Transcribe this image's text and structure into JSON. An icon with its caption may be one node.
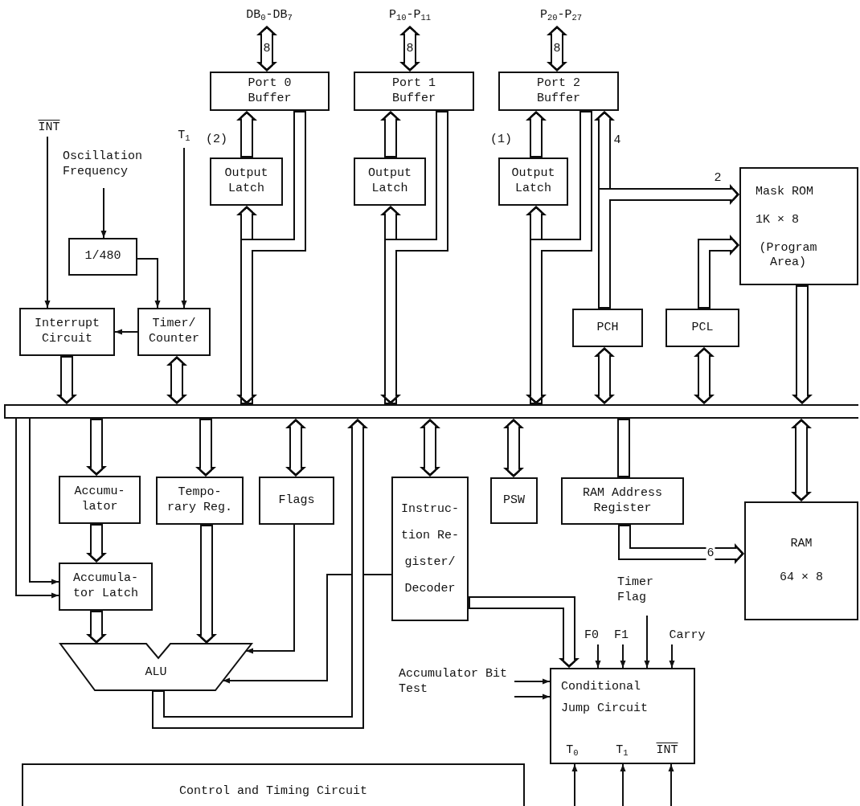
{
  "diagram": {
    "nodes": [
      {
        "text": [
          "DB$_{0}$-DB$_{7}$"
        ]
      },
      {
        "text": [
          "P$_{10}$-P$_{11}$"
        ]
      },
      {
        "text": [
          "P$_{20}$-P$_{27}$"
        ]
      },
      {
        "text": [
          "Port 0 Buffer"
        ]
      },
      {
        "text": [
          "Port 1 Buffer"
        ]
      },
      {
        "text": [
          "Port 2 Buffer"
        ]
      },
      {
        "text": [
          "INT"
        ]
      },
      {
        "text": [
          "T$_{1}$"
        ]
      },
      {
        "text": [
          "Oscillation Frequency"
        ]
      },
      {
        "text": [
          "Output Latch"
        ]
      },
      {
        "text": [
          "Output Latch"
        ]
      },
      {
        "text": [
          "Output Latch"
        ]
      },
      {
        "text": [
          "Mask ROM",
          "1K × 8",
          "(Program Area)"
        ]
      },
      {
        "text": [
          "1/480"
        ]
      },
      {
        "text": [
          "Interrupt Circuit"
        ]
      },
      {
        "text": [
          "Timer/ Counter"
        ]
      },
      {
        "text": [
          "PCH"
        ]
      },
      {
        "text": [
          "PCL"
        ]
      },
      {
        "text": [],
        "shape": "bar"
      },
      {
        "text": [
          "Accumu- lator"
        ]
      },
      {
        "text": [
          "Tempo- rary Reg."
        ]
      },
      {
        "text": [
          "Flags"
        ]
      },
      {
        "text": [
          "Instruc- tion Re- gister/ Decoder"
        ]
      },
      {
        "text": [
          "PSW"
        ]
      },
      {
        "text": [
          "RAM Address Register"
        ]
      },
      {
        "text": [
          "RAM",
          "64 × 8"
        ]
      },
      {
        "text": [
          "Accumula- tor Latch"
        ]
      },
      {
        "text": [
          "Timer Flag"
        ]
      },
      {
        "text": [
          "ALU"
        ]
      },
      {
        "text": [
          "F0"
        ]
      },
      {
        "text": [
          "F1"
        ]
      },
      {
        "text": [
          "Carry"
        ]
      },
      {
        "text": [
          "Accumulator Bit Test"
        ]
      },
      {
        "text": [
          "Conditional Jump Circuit"
        ]
      },
      {
        "text": [
          "T$_{0}$"
        ],
        "in": 33
      },
      {
        "text": [
          "T$_{1}$"
        ],
        "in": 33
      },
      {
        "text": [
          "INT"
        ],
        "in": 33
      },
      {
        "text": [
          "Control and Timing Circuit"
        ]
      }
    ],
    "edges": [
      {
        "from": 0,
        "to": 3,
        "arrow": "both",
        "label": "8"
      },
      {
        "from": 1,
        "to": 4,
        "arrow": "both",
        "label": "8"
      },
      {
        "from": 2,
        "to": 5,
        "arrow": "both",
        "label": "8"
      },
      {
        "from": 9,
        "to": 3,
        "arrow": "to"
      },
      {
        "from": 10,
        "to": 4,
        "arrow": "to"
      },
      {
        "from": 11,
        "to": 5,
        "arrow": "to"
      },
      {
        "from": 18,
        "to": 9,
        "arrow": "to"
      },
      {
        "from": 3,
        "to": 18,
        "arrow": "to"
      },
      {
        "from": 18,
        "to": 10,
        "arrow": "to"
      },
      {
        "from": 4,
        "to": 18,
        "arrow": "to"
      },
      {
        "from": 18,
        "to": 11,
        "arrow": "to"
      },
      {
        "from": 5,
        "to": 18,
        "arrow": "to"
      },
      {
        "from": 16,
        "to": 5,
        "arrow": "to",
        "label": "4"
      },
      {
        "from": 16,
        "to": 12,
        "arrow": "to",
        "label": "2"
      },
      {
        "from": 17,
        "to": 12,
        "arrow": "to"
      },
      {
        "from": 12,
        "to": 18,
        "arrow": "to"
      },
      {
        "from": 18,
        "to": 16,
        "arrow": "both"
      },
      {
        "from": 18,
        "to": 17,
        "arrow": "both"
      },
      {
        "from": 6,
        "to": 14,
        "arrow": "to"
      },
      {
        "from": 7,
        "to": 15,
        "arrow": "to"
      },
      {
        "from": 8,
        "to": 13,
        "arrow": "to"
      },
      {
        "from": 13,
        "to": 15,
        "arrow": "to"
      },
      {
        "from": 15,
        "to": 14,
        "arrow": "to"
      },
      {
        "from": 14,
        "to": 18,
        "arrow": "to"
      },
      {
        "from": 18,
        "to": 15,
        "arrow": "both"
      },
      {
        "from": 18,
        "to": 26,
        "arrow": "to"
      },
      {
        "from": 18,
        "to": 26,
        "arrow": "to"
      },
      {
        "from": 18,
        "to": 19,
        "arrow": "to"
      },
      {
        "from": 18,
        "to": 20,
        "arrow": "to"
      },
      {
        "from": 18,
        "to": 21,
        "arrow": "both"
      },
      {
        "from": 19,
        "to": 26,
        "arrow": "to"
      },
      {
        "from": 26,
        "to": 28,
        "arrow": "to"
      },
      {
        "from": 20,
        "to": 28,
        "arrow": "to"
      },
      {
        "from": 21,
        "to": 28,
        "arrow": "to"
      },
      {
        "from": 22,
        "to": 28,
        "arrow": "to"
      },
      {
        "from": 28,
        "to": 18,
        "arrow": "to"
      },
      {
        "from": 18,
        "to": 22,
        "arrow": "both"
      },
      {
        "from": 18,
        "to": 23,
        "arrow": "both"
      },
      {
        "from": 18,
        "to": 24,
        "arrow": "none"
      },
      {
        "from": 24,
        "to": 25,
        "arrow": "to",
        "label": "6"
      },
      {
        "from": 18,
        "to": 25,
        "arrow": "both"
      },
      {
        "from": 22,
        "to": 33,
        "arrow": "to"
      },
      {
        "from": 29,
        "to": 33,
        "arrow": "to"
      },
      {
        "from": 30,
        "to": 33,
        "arrow": "to"
      },
      {
        "from": 27,
        "to": 33,
        "arrow": "to"
      },
      {
        "from": 31,
        "to": 33,
        "arrow": "to"
      },
      {
        "from": 32,
        "to": 33,
        "arrow": "to"
      },
      {
        "from": 32,
        "to": 33,
        "arrow": "to"
      },
      {
        "from": null,
        "to": 34,
        "arrow": "to"
      },
      {
        "from": null,
        "to": 35,
        "arrow": "to"
      },
      {
        "from": null,
        "to": 36,
        "arrow": "to"
      }
    ],
    "labels": [
      "(2)",
      "(1)"
    ]
  }
}
